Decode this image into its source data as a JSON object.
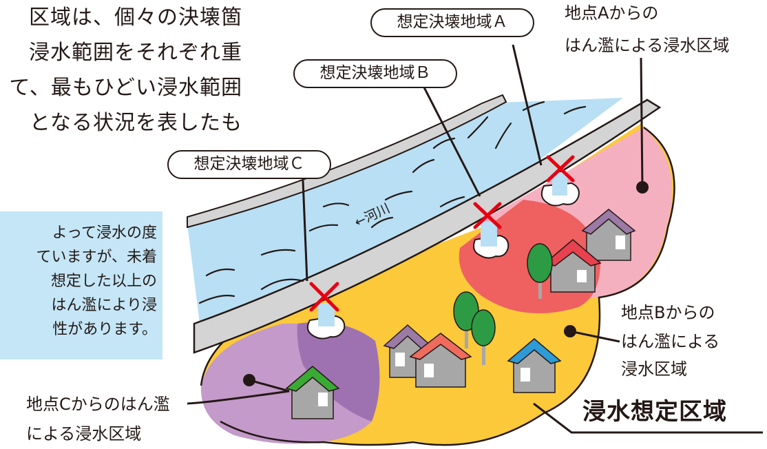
{
  "intro": {
    "lines": [
      "区域は、個々の決壊箇",
      "浸水範囲をそれぞれ重",
      "て、最もひどい浸水範囲",
      "となる状況を表したも"
    ]
  },
  "note": {
    "lines": [
      "よって浸水の度",
      "ていますが、未着",
      "想定した以上の",
      "はん濫により浸",
      "性があります。"
    ]
  },
  "breach_labels": {
    "a": "想定決壊地域Ａ",
    "b": "想定決壊地域Ｂ",
    "c": "想定決壊地域Ｃ"
  },
  "river_label": "←河川",
  "flood_labels": {
    "a": [
      "地点Aからの",
      "はん濫による浸水区域"
    ],
    "b": [
      "地点Bからの",
      "はん濫による",
      "浸水区域"
    ],
    "c": [
      "地点Cからのはん濫",
      "による浸水区域"
    ]
  },
  "zone_title": "浸水想定区域",
  "colors": {
    "zone_a": "#f5b0c0",
    "zone_b": "#ee6160",
    "zone_c": "#c39ac9",
    "zone_union": "#fbc939",
    "zone_overlap_bc": "#9e72b0",
    "river": "#b8dff4",
    "levee": "#d4d4d4",
    "breach_mark": "#e60012",
    "note_bg": "#c4e6f7",
    "roof_red": "#e8414f",
    "roof_green": "#3aaa35",
    "roof_blue": "#2e9bd6",
    "roof_mauve": "#9b7aa6",
    "tree": "#2d9b44"
  }
}
